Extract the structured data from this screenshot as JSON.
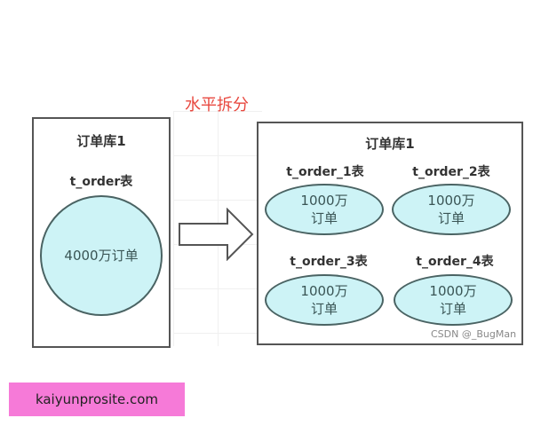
{
  "split_label": "水平拆分",
  "source_db": {
    "title": "订单库1",
    "table_label": "t_order表",
    "table_content": "4000万订单"
  },
  "target_db": {
    "title": "订单库1",
    "tables": [
      {
        "label": "t_order_1表",
        "line1": "1000万",
        "line2": "订单"
      },
      {
        "label": "t_order_2表",
        "line1": "1000万",
        "line2": "订单"
      },
      {
        "label": "t_order_3表",
        "line1": "1000万",
        "line2": "订单"
      },
      {
        "label": "t_order_4表",
        "line1": "1000万",
        "line2": "订单"
      }
    ]
  },
  "arrow_icon": "right-arrow",
  "watermark": "CSDN @_BugMan",
  "banner": {
    "text": "kaiyunprosite.com",
    "color": "#f67ad8"
  },
  "colors": {
    "ellipse_fill": "#cdf3f6",
    "split_label": "#e8483f",
    "border": "#555555"
  }
}
